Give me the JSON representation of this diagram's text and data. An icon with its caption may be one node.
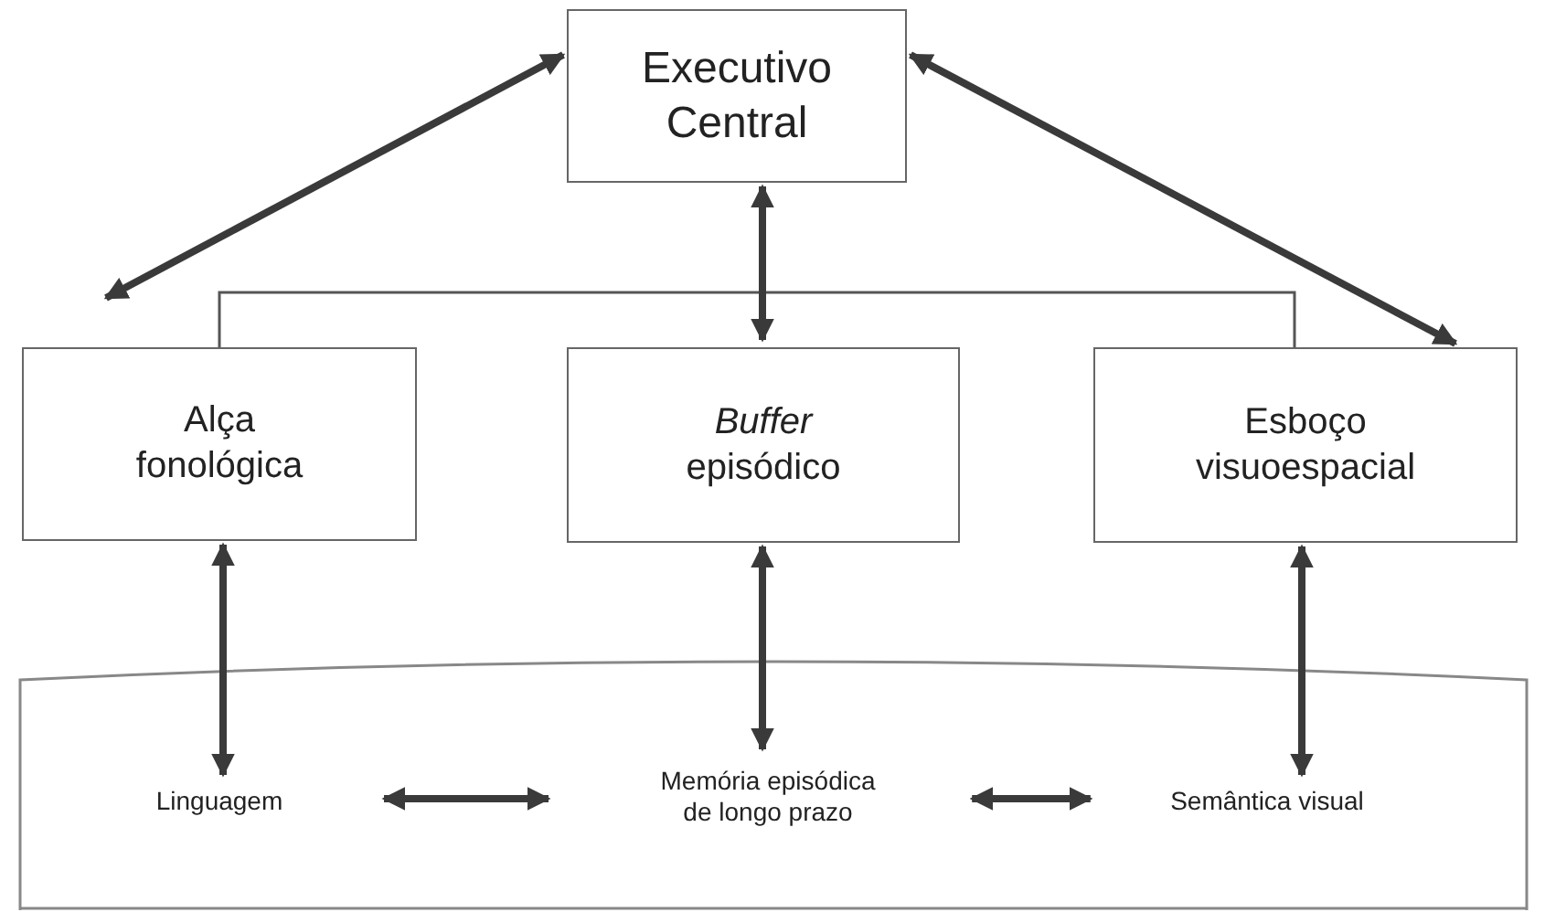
{
  "diagram": {
    "nodes": [
      {
        "text": [
          "Executivo Central"
        ]
      },
      {
        "text": [
          "Alça fonológica"
        ]
      },
      {
        "text": [
          "*Buffer* episódico"
        ]
      },
      {
        "text": [
          "Esboço visuoespacial"
        ]
      },
      {
        "text": [],
        "shape": "band"
      },
      {
        "text": [
          "Linguagem"
        ],
        "in": 4
      },
      {
        "text": [
          "Memória episódica de longo prazo"
        ],
        "in": 4
      },
      {
        "text": [
          "Semântica visual"
        ],
        "in": 4
      }
    ],
    "edges": [
      {
        "from": 0,
        "to": 2,
        "arrow": "both"
      },
      {
        "from": 1,
        "to": 3,
        "arrow": "none"
      },
      {
        "from": 1,
        "to": 5,
        "arrow": "both"
      },
      {
        "from": 2,
        "to": 6,
        "arrow": "both"
      },
      {
        "from": 3,
        "to": 7,
        "arrow": "both"
      },
      {
        "from": 5,
        "to": 6,
        "arrow": "both"
      },
      {
        "from": 6,
        "to": 7,
        "arrow": "both"
      },
      {
        "from": 1,
        "to": 0,
        "arrow": "both"
      },
      {
        "from": 0,
        "to": 3,
        "arrow": "both"
      }
    ]
  }
}
